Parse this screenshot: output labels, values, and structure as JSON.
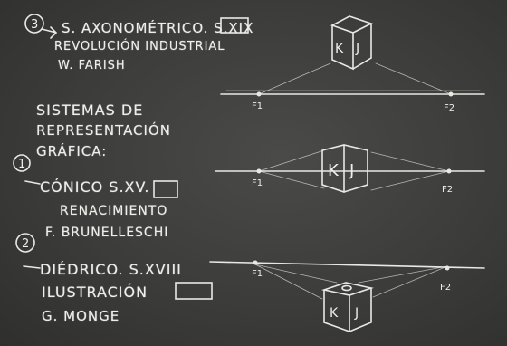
{
  "board": {
    "lines": [
      "S. AXONOMÉTRICO. S.XIX",
      "REVOLUCIÓN INDUSTRIAL",
      "W. FARISH",
      "SISTEMAS DE",
      "REPRESENTACIÓN",
      "GRÁFICA:",
      "CÓNICO S.XV.",
      "RENACIMIENTO",
      "F. BRUNELLESCHI",
      "DIÉDRICO. S.XVIII",
      "ILUSTRACIÓN",
      "G. MONGE"
    ],
    "numbers": [
      "3",
      "1",
      "2"
    ],
    "point_labels": [
      "F1",
      "F2",
      "F1",
      "F2",
      "F1",
      "F2"
    ],
    "cube_letters": [
      "K",
      "J"
    ]
  },
  "colors": {
    "chalkboard": "#3c3c3b",
    "chalk": "#eeeeea"
  }
}
